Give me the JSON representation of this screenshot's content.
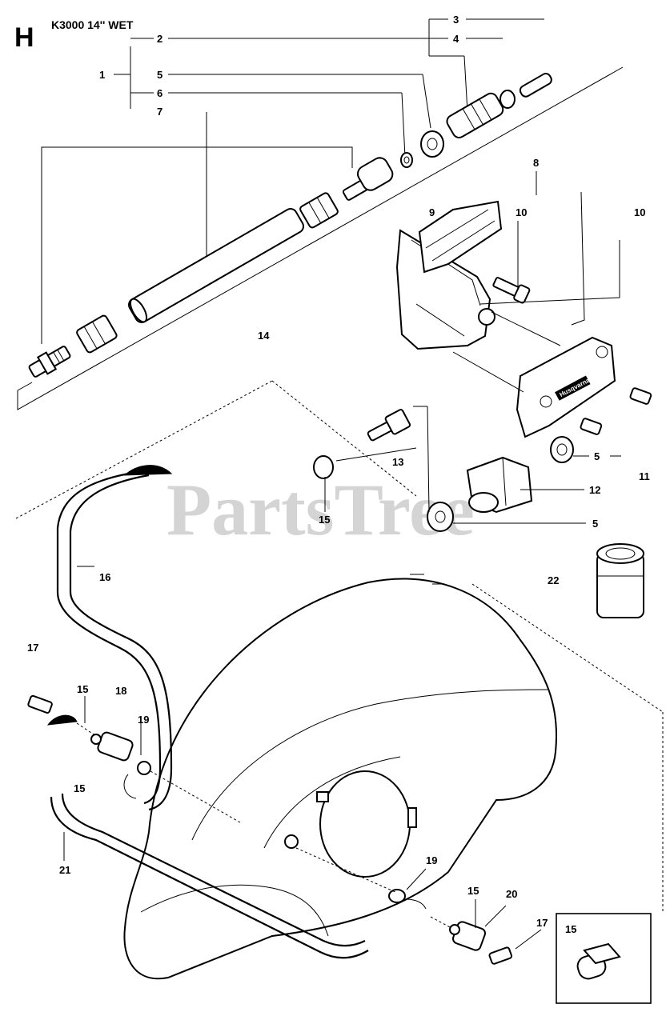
{
  "diagram": {
    "section_letter": "H",
    "title": "K3000 14'' WET",
    "watermark": "PartsTree",
    "brand_plate": "Husqvarna",
    "callouts": {
      "c1": "1",
      "c2": "2",
      "c3": "3",
      "c4": "4",
      "c5a": "5",
      "c5b": "5",
      "c5c": "5",
      "c6": "6",
      "c7": "7",
      "c8": "8",
      "c9": "9",
      "c10a": "10",
      "c10b": "10",
      "c11": "11",
      "c12": "12",
      "c13": "13",
      "c14": "14",
      "c15a": "15",
      "c15b": "15",
      "c15c": "15",
      "c15d": "15",
      "c16": "16",
      "c17a": "17",
      "c17b": "17",
      "c18": "18",
      "c19a": "19",
      "c19b": "19",
      "c20": "20",
      "c21": "21",
      "c22": "22"
    },
    "inset_label": "15"
  }
}
